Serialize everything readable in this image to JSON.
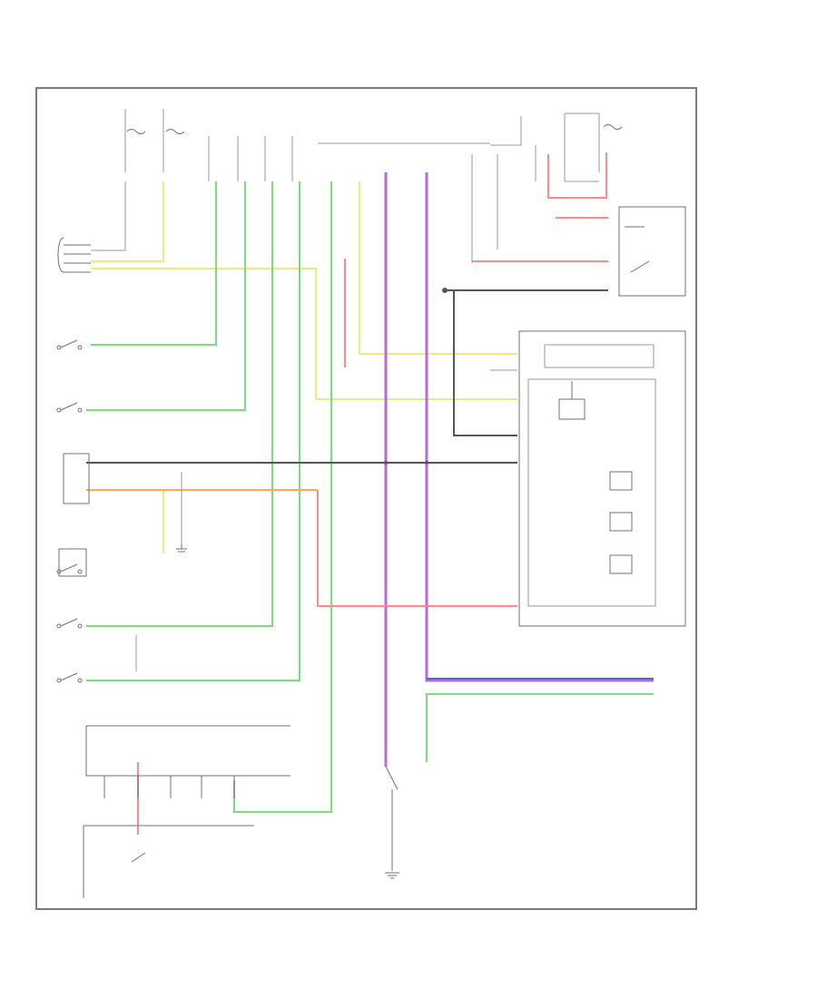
{
  "colors": {
    "frame": "#7a7a7a",
    "wire_black": "#555555",
    "wire_gray": "#9a9a9a",
    "wire_green": "#77e07a",
    "wire_yellow": "#ecec7a",
    "wire_violet": "#b86ad8",
    "wire_red": "#ff8a8a",
    "wire_orange": "#ffaa55",
    "wire_blue": "#5d5de6",
    "component_outline": "#707070",
    "background": "#ffffff"
  },
  "wires": [
    {
      "id": "green-1",
      "color": "wire_green"
    },
    {
      "id": "green-2",
      "color": "wire_green"
    },
    {
      "id": "green-3",
      "color": "wire_green"
    },
    {
      "id": "green-4",
      "color": "wire_green"
    },
    {
      "id": "green-5",
      "color": "wire_green"
    },
    {
      "id": "yellow-1",
      "color": "wire_yellow"
    },
    {
      "id": "yellow-2",
      "color": "wire_yellow"
    },
    {
      "id": "violet-1",
      "color": "wire_violet"
    },
    {
      "id": "violet-2",
      "color": "wire_violet"
    },
    {
      "id": "red-1",
      "color": "wire_red"
    },
    {
      "id": "red-2",
      "color": "wire_red"
    },
    {
      "id": "orange-1",
      "color": "wire_orange"
    },
    {
      "id": "blue-1",
      "color": "wire_blue"
    },
    {
      "id": "black-1",
      "color": "wire_black"
    },
    {
      "id": "black-2",
      "color": "wire_black"
    }
  ],
  "components": [
    {
      "id": "fuse-box-left",
      "icon": "fuse-icon"
    },
    {
      "id": "fuse-box-right",
      "icon": "fuse-icon"
    },
    {
      "id": "control-module",
      "icon": "module-icon"
    },
    {
      "id": "switch-1",
      "icon": "switch-icon"
    },
    {
      "id": "switch-2",
      "icon": "switch-icon"
    },
    {
      "id": "switch-3",
      "icon": "switch-icon"
    },
    {
      "id": "switch-4",
      "icon": "switch-icon"
    },
    {
      "id": "connector-bottom-left",
      "icon": "connector-icon"
    },
    {
      "id": "ground-bottom",
      "icon": "ground-icon"
    }
  ]
}
